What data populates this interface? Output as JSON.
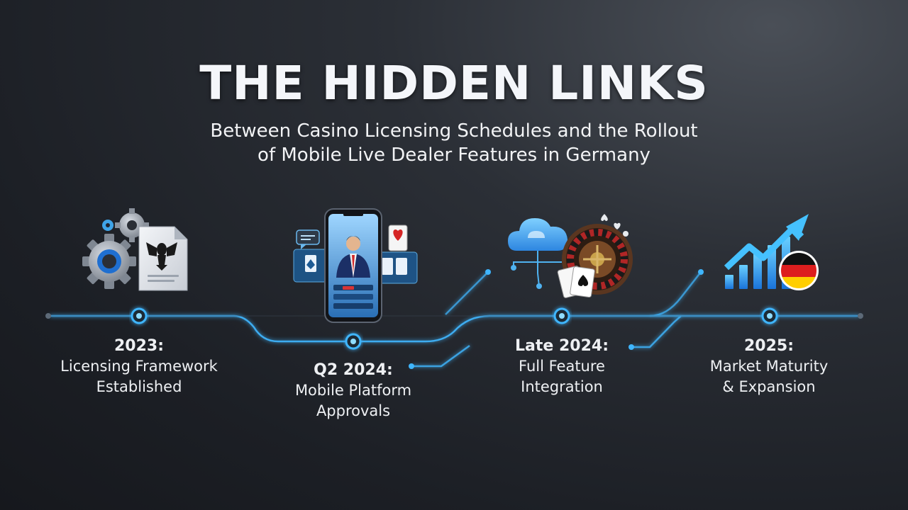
{
  "title": "THE HIDDEN LINKS",
  "subtitle": {
    "line1": "Between Casino Licensing Schedules and the Rollout",
    "line2": "of Mobile Live Dealer Features in Germany"
  },
  "milestones": [
    {
      "year": "2023:",
      "line1": "Licensing Framework",
      "line2": "Established",
      "icon": "gear-document-eagle-icon"
    },
    {
      "year": "Q2 2024:",
      "line1": "Mobile Platform",
      "line2": "Approvals",
      "icon": "mobile-live-dealer-icon"
    },
    {
      "year": "Late 2024:",
      "line1": "Full Feature",
      "line2": "Integration",
      "icon": "cloud-roulette-cards-icon"
    },
    {
      "year": "2025:",
      "line1": "Market Maturity",
      "line2": "& Expansion",
      "icon": "growth-chart-germany-flag-icon"
    }
  ],
  "colors": {
    "accent": "#3fb6ff",
    "background": "#1f2228",
    "flag_black": "#111111",
    "flag_red": "#dd1e1e",
    "flag_gold": "#ffce00"
  }
}
